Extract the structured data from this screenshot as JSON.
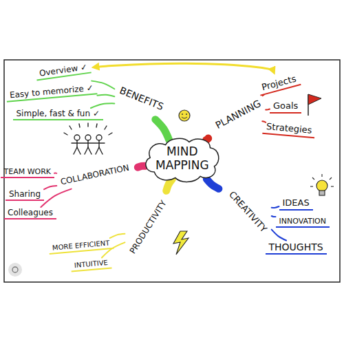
{
  "diagram": {
    "nodes": [
      {
        "text": [
          "MIND MAPPING"
        ]
      },
      {
        "text": [
          "BENEFITS"
        ]
      },
      {
        "text": [
          "Overview ✓"
        ]
      },
      {
        "text": [
          "Easy to memorize ✓"
        ]
      },
      {
        "text": [
          "Simple, fast & fun ✓"
        ]
      },
      {
        "text": [
          "PLANNING"
        ]
      },
      {
        "text": [
          "Projects"
        ]
      },
      {
        "text": [
          "Goals"
        ]
      },
      {
        "text": [
          "Strategies"
        ]
      },
      {
        "text": [
          "COLLABORATION"
        ]
      },
      {
        "text": [
          "TEAM WORK"
        ]
      },
      {
        "text": [
          "Sharing"
        ]
      },
      {
        "text": [
          "Colleagues"
        ]
      },
      {
        "text": [
          "CREATIVITY"
        ]
      },
      {
        "text": [
          "IDEAS"
        ]
      },
      {
        "text": [
          "INNOVATION"
        ]
      },
      {
        "text": [
          "THOUGHTS"
        ]
      },
      {
        "text": [
          "PRODUCTIVITY"
        ]
      },
      {
        "text": [
          "MORE EFFICIENT"
        ]
      },
      {
        "text": [
          "INTUITIVE"
        ]
      }
    ],
    "edges": [
      {
        "from": 0,
        "to": 1,
        "arrow": "none"
      },
      {
        "from": 1,
        "to": 2,
        "arrow": "none"
      },
      {
        "from": 1,
        "to": 3,
        "arrow": "none"
      },
      {
        "from": 1,
        "to": 4,
        "arrow": "none"
      },
      {
        "from": 0,
        "to": 5,
        "arrow": "none"
      },
      {
        "from": 5,
        "to": 6,
        "arrow": "none"
      },
      {
        "from": 5,
        "to": 7,
        "arrow": "none"
      },
      {
        "from": 5,
        "to": 8,
        "arrow": "none"
      },
      {
        "from": 0,
        "to": 9,
        "arrow": "none"
      },
      {
        "from": 9,
        "to": 10,
        "arrow": "none"
      },
      {
        "from": 9,
        "to": 11,
        "arrow": "none"
      },
      {
        "from": 9,
        "to": 12,
        "arrow": "none"
      },
      {
        "from": 0,
        "to": 13,
        "arrow": "none"
      },
      {
        "from": 13,
        "to": 14,
        "arrow": "none"
      },
      {
        "from": 13,
        "to": 15,
        "arrow": "none"
      },
      {
        "from": 13,
        "to": 16,
        "arrow": "none"
      },
      {
        "from": 0,
        "to": 17,
        "arrow": "none"
      },
      {
        "from": 17,
        "to": 18,
        "arrow": "none"
      },
      {
        "from": 17,
        "to": 19,
        "arrow": "none"
      },
      {
        "from": 6,
        "to": 2,
        "arrow": "both"
      }
    ]
  }
}
